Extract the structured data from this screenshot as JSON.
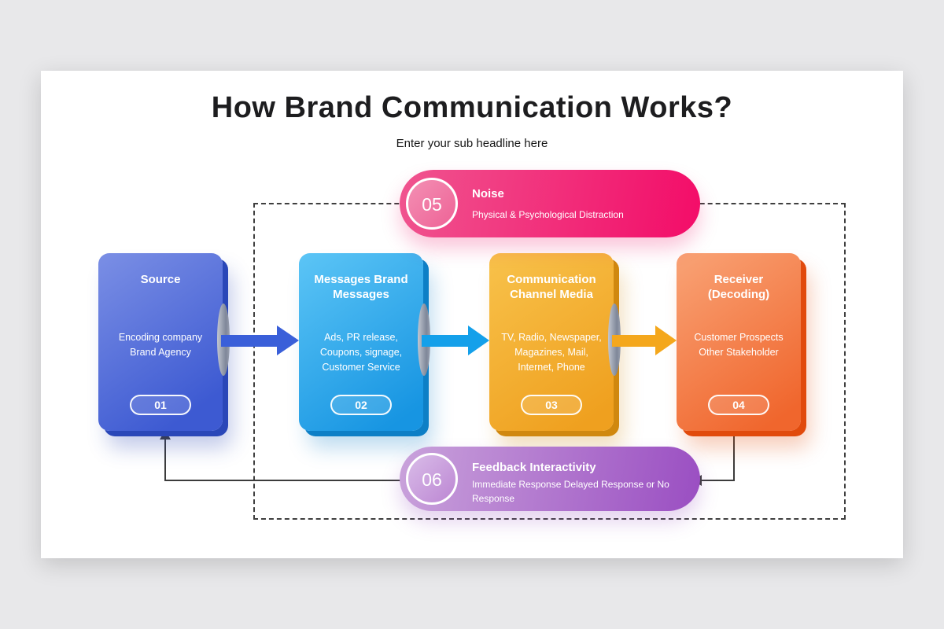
{
  "slide": {
    "title": "How Brand Communication Works?",
    "subtitle": "Enter your sub headline here"
  },
  "steps": [
    {
      "badge": "01",
      "title": "Source",
      "body_lines": [
        "Encoding company",
        "Brand Agency"
      ],
      "color_top": "#7b8fe5",
      "color_bottom": "#3d5ad2",
      "edge_color": "#2a47b8",
      "arrow_out_color": "#3a5fd9"
    },
    {
      "badge": "02",
      "title": "Messages Brand Messages",
      "body_lines": [
        "Ads, PR release,",
        "Coupons, signage,",
        "Customer Service"
      ],
      "color_top": "#5cc5f6",
      "color_bottom": "#1795e2",
      "edge_color": "#0d7fc6",
      "arrow_out_color": "#14a0ea"
    },
    {
      "badge": "03",
      "title": "Communication Channel Media",
      "body_lines": [
        "TV, Radio, Newspaper,",
        "Magazines, Mail,",
        "Internet, Phone"
      ],
      "color_top": "#f8c24b",
      "color_bottom": "#efa01f",
      "edge_color": "#d0880f",
      "arrow_out_color": "#f4a71c"
    },
    {
      "badge": "04",
      "title": "Receiver (Decoding)",
      "body_lines": [
        "Customer Prospects",
        "Other Stakeholder"
      ],
      "color_top": "#f9a376",
      "color_bottom": "#f0662d",
      "edge_color": "#e14a0c",
      "arrow_out_color": ""
    }
  ],
  "pills": [
    {
      "number": "05",
      "title": "Noise",
      "subtitle": "Physical & Psychological Distraction",
      "color_left": "#f0548f",
      "color_right": "#f30c68"
    },
    {
      "number": "06",
      "title": "Feedback Interactivity",
      "subtitle": "Immediate Response Delayed Response  or No Response",
      "color_left": "#c9a2db",
      "color_right": "#9a4ec2"
    }
  ],
  "colors": {
    "page_background": "#e8e8ea",
    "card_background": "#ffffff",
    "title_text": "#1d1d1f",
    "dashed_border": "#3f3f3f",
    "connector_line": "#3c3c3c"
  }
}
